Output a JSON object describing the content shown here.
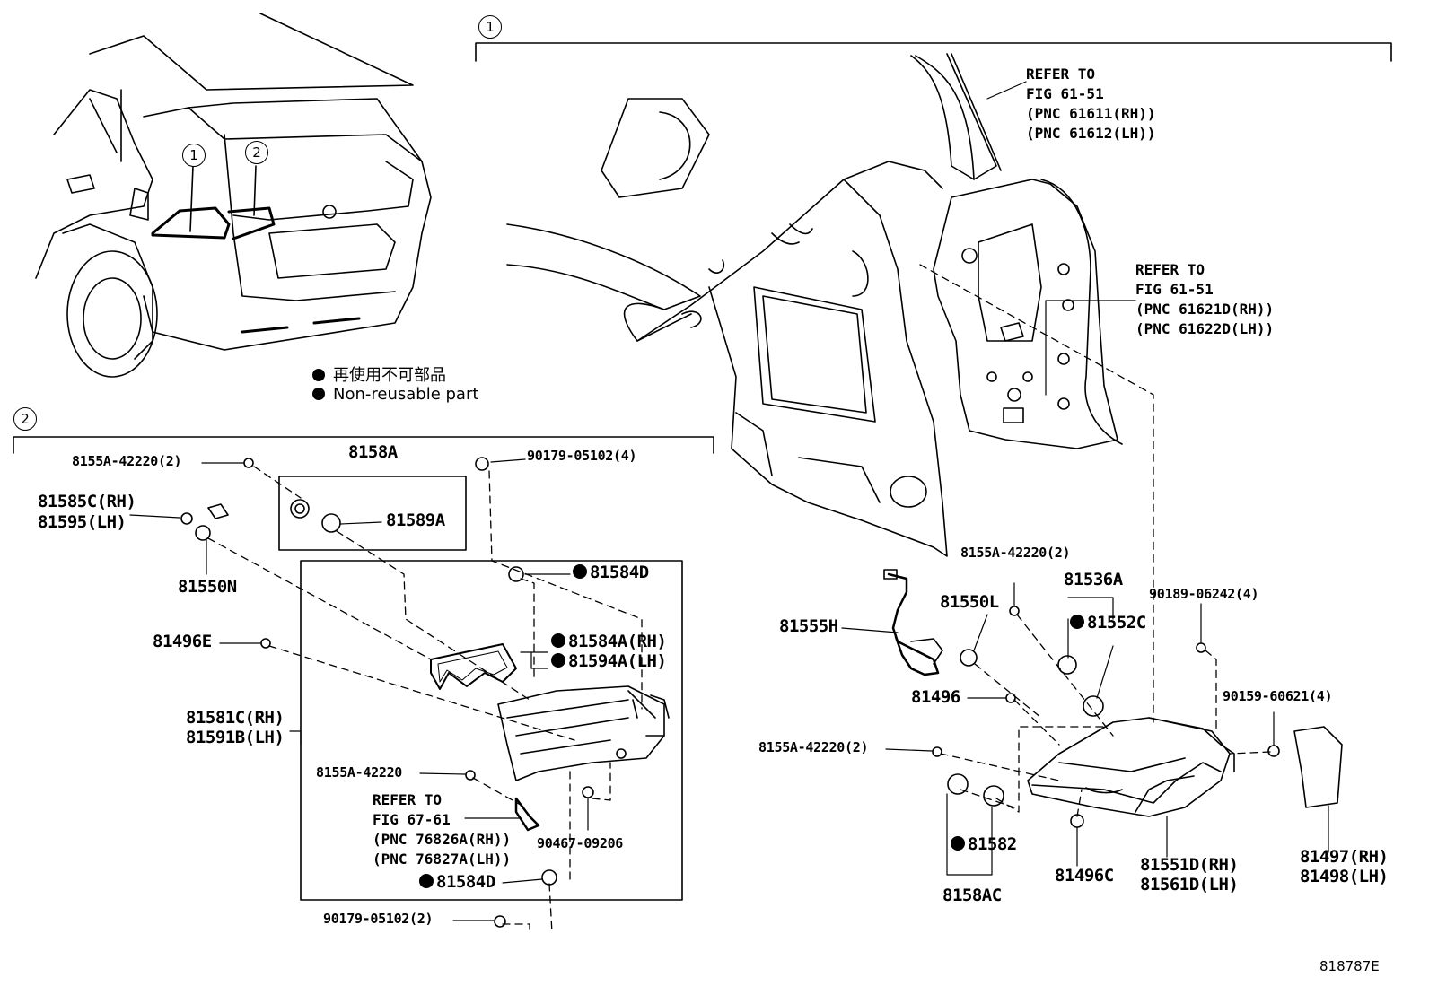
{
  "legend": {
    "jp": "再使用不可部品",
    "en": "Non-reusable part"
  },
  "callouts": {
    "one": "1",
    "two": "2"
  },
  "figure_id": "818787E",
  "refs": {
    "top": [
      "REFER TO",
      "FIG 61-51",
      "(PNC 61611(RH))",
      "(PNC 61612(LH))"
    ],
    "mid": [
      "REFER TO",
      "FIG 61-51",
      "(PNC 61621D(RH))",
      "(PNC 61622D(LH))"
    ],
    "lower": [
      "REFER TO",
      "FIG 67-61",
      "(PNC 76826A(RH))",
      "(PNC 76827A(LH))"
    ]
  },
  "parts": {
    "p8155a_42220_2_a": "8155A-42220(2)",
    "p8158a": "8158A",
    "p90179_05102_4": "90179-05102(4)",
    "p81585c": "81585C(RH)",
    "p81595": "81595(LH)",
    "p81589a": "81589A",
    "p81550n": "81550N",
    "p81584d_a": "81584D",
    "p81496e": "81496E",
    "p81584a": "81584A(RH)",
    "p81594a": "81594A(LH)",
    "p81581c": "81581C(RH)",
    "p81591b": "81591B(LH)",
    "p8155a_42220": "8155A-42220",
    "p90467": "90467-09206",
    "p81584d_b": "81584D",
    "p90179_05102_2": "90179-05102(2)",
    "p8155a_42220_2_b": "8155A-42220(2)",
    "p81536a": "81536A",
    "p81550l": "81550L",
    "p81552c": "81552C",
    "p81555h": "81555H",
    "p90189": "90189-06242(4)",
    "p81496": "81496",
    "p90159": "90159-60621(4)",
    "p8155a_42220_2_c": "8155A-42220(2)",
    "p81582": "81582",
    "p81496c": "81496C",
    "p81551d": "81551D(RH)",
    "p81561d": "81561D(LH)",
    "p81497": "81497(RH)",
    "p81498": "81498(LH)",
    "p8158ac": "8158AC"
  }
}
